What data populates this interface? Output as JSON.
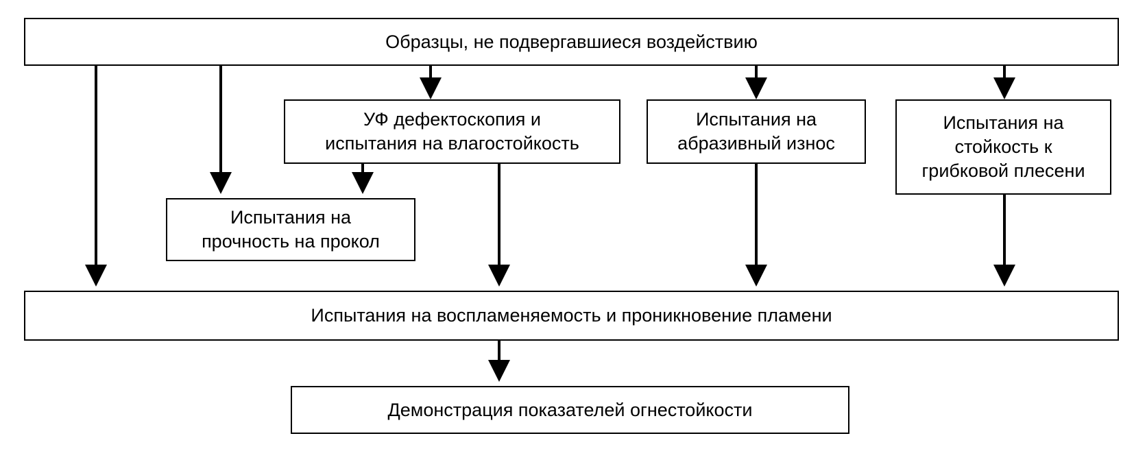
{
  "nodes": {
    "untreated": "Образцы, не подвергавшиеся воздействию",
    "uv_moisture": "УФ дефектоскопия и\nиспытания на влагостойкость",
    "abrasion": "Испытания на\nабразивный износ",
    "fungal": "Испытания на\nстойкость  к\nгрибковой плесени",
    "puncture": "Испытания на\nпрочность на прокол",
    "flammability": "Испытания на воспламеняемость и проникновение пламени",
    "demonstration": "Демонстрация показателей огнестойкости"
  },
  "colors": {
    "line": "#000000",
    "box_fill": "#ffffff"
  }
}
